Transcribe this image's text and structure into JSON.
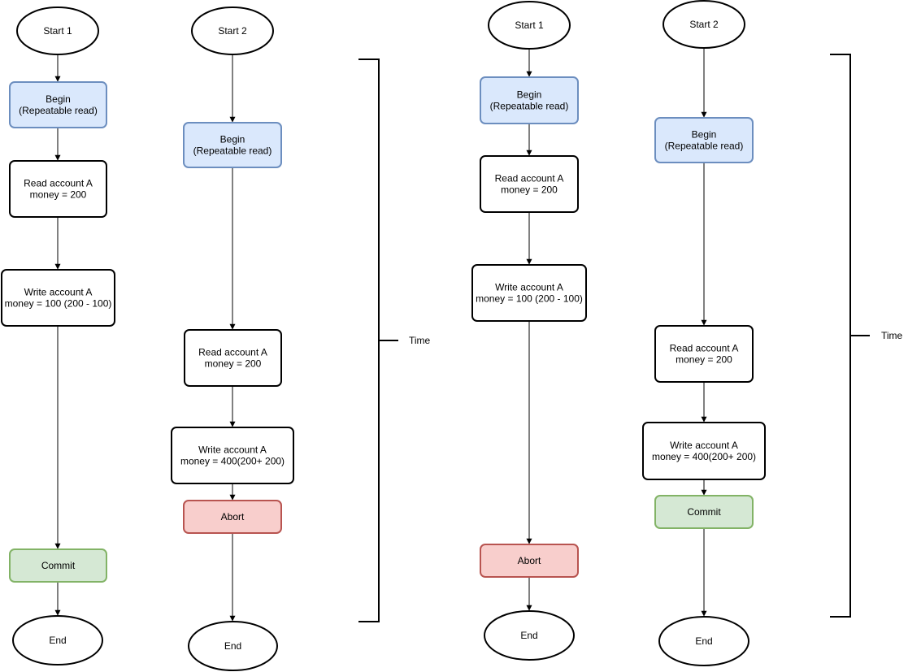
{
  "diagrams": [
    {
      "transactions": [
        {
          "start": "Start 1",
          "steps": [
            {
              "kind": "begin",
              "lines": [
                "Begin",
                "(Repeatable read)"
              ]
            },
            {
              "kind": "process",
              "lines": [
                "Read account A",
                "money = 200"
              ]
            },
            {
              "kind": "process",
              "lines": [
                "Write account A",
                "money = 100 (200 - 100)"
              ]
            },
            {
              "kind": "commit",
              "lines": [
                "Commit"
              ]
            }
          ],
          "end": "End"
        },
        {
          "start": "Start 2",
          "steps": [
            {
              "kind": "begin",
              "lines": [
                "Begin",
                "(Repeatable read)"
              ]
            },
            {
              "kind": "process",
              "lines": [
                "Read account A",
                "money = 200"
              ]
            },
            {
              "kind": "process",
              "lines": [
                "Write account A",
                "money = 400(200+ 200)"
              ]
            },
            {
              "kind": "abort",
              "lines": [
                "Abort"
              ]
            }
          ],
          "end": "End"
        }
      ],
      "time_label": "Time"
    },
    {
      "transactions": [
        {
          "start": "Start 1",
          "steps": [
            {
              "kind": "begin",
              "lines": [
                "Begin",
                "(Repeatable read)"
              ]
            },
            {
              "kind": "process",
              "lines": [
                "Read account A",
                "money = 200"
              ]
            },
            {
              "kind": "process",
              "lines": [
                "Write account A",
                "money = 100 (200 - 100)"
              ]
            },
            {
              "kind": "abort",
              "lines": [
                "Abort"
              ]
            }
          ],
          "end": "End"
        },
        {
          "start": "Start 2",
          "steps": [
            {
              "kind": "begin",
              "lines": [
                "Begin",
                "(Repeatable read)"
              ]
            },
            {
              "kind": "process",
              "lines": [
                "Read account A",
                "money = 200"
              ]
            },
            {
              "kind": "process",
              "lines": [
                "Write account A",
                "money = 400(200+ 200)"
              ]
            },
            {
              "kind": "commit",
              "lines": [
                "Commit"
              ]
            }
          ],
          "end": "End"
        }
      ],
      "time_label": "Time"
    }
  ],
  "colors": {
    "begin": {
      "fill": "#dae8fc",
      "stroke": "#6c8ebf"
    },
    "commit": {
      "fill": "#d5e8d4",
      "stroke": "#82b366"
    },
    "abort": {
      "fill": "#f8cecc",
      "stroke": "#b85450"
    },
    "process": {
      "fill": "#ffffff",
      "stroke": "#000000"
    },
    "line": "#000000"
  }
}
